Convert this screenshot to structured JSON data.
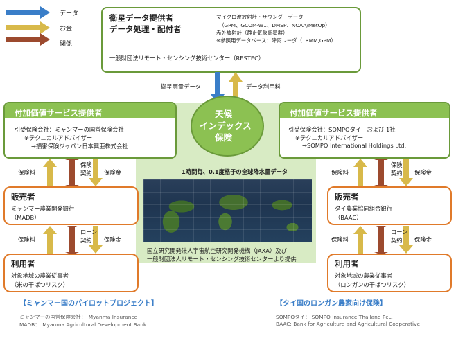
{
  "legend": [
    {
      "label": "データ",
      "color": "#3a7ec8"
    },
    {
      "label": "お金",
      "color": "#d8b94a"
    },
    {
      "label": "関係",
      "color": "#9c4a2e"
    }
  ],
  "top_box": {
    "title_line1": "衛星データ提供者",
    "title_line2": "データ処理・配付者",
    "lines": [
      "マイクロ波放射計・サウンダ　データ",
      "（GPM、GCOM-W1、DMSP、NOAA/MetOp）",
      "赤外放射計（静止気象衛星群）",
      "※参照用データベース：降雨レーダ（TRMM,GPM）"
    ],
    "org": "一般財団法リモート・センシング技術センター（RESTEC）"
  },
  "top_arrows": {
    "left_label": "衛星雨量データ",
    "right_label": "データ利用料"
  },
  "center": {
    "lines": [
      "天候",
      "インデックス",
      "保険"
    ],
    "map_title": "1時間毎、0.1度格子の全球降水量データ",
    "caption_line1": "国立研究開発法人宇宙航空研究開発機構（JAXA）及び",
    "caption_line2": "一般財団法人リモート・センシング技術センターより提供"
  },
  "left": {
    "header": "付加価値サービス提供者",
    "insurer_lines": [
      "引受保険会社：ミャンマーの国営保険会社",
      "※テクニカルアドバイザー",
      "→損害保険ジャパン日本興亜株式会社"
    ],
    "arrows_top": {
      "premium": "保険料",
      "contract_line1": "保険",
      "contract_line2": "契約",
      "payout": "保険金"
    },
    "seller_title": "販売者",
    "seller_lines": [
      "ミャンマー農業開発銀行",
      "（MADB）"
    ],
    "arrows_bottom": {
      "premium": "保険料",
      "contract_line1": "ローン",
      "contract_line2": "契約",
      "payout": "保険金"
    },
    "user_title": "利用者",
    "user_lines": [
      "対象地域の農業従事者",
      "（米の干ばつリスク）"
    ],
    "project_title": "【ミャンマー国のパイロットプロジェクト】",
    "notes": [
      "ミャンマーの国営保険会社：　Myanma Insurance",
      "MADB：　Myanma Agricultural Development Bank"
    ]
  },
  "right": {
    "header": "付加価値サービス提供者",
    "insurer_lines": [
      "引受保険会社：SOMPOタイ　および 1社",
      "※テクニカルアドバイザー",
      "→SOMPO International Holdings Ltd."
    ],
    "arrows_top": {
      "premium": "保険料",
      "contract_line1": "保険",
      "contract_line2": "契約",
      "payout": "保険金"
    },
    "seller_title": "販売者",
    "seller_lines": [
      "タイ農業協同組合銀行",
      "（BAAC）"
    ],
    "arrows_bottom": {
      "premium": "保険料",
      "contract_line1": "ローン",
      "contract_line2": "契約",
      "payout": "保険金"
    },
    "user_title": "利用者",
    "user_lines": [
      "対象地域の農業従事者",
      "（ロンガンの干ばつリスク）"
    ],
    "project_title": "【タイ国のロンガン農家向け保険】",
    "notes": [
      "SOMPOタイ：  SOMPO Insurance Thailand PcL.",
      "BAAC: Bank for Agriculture and Agricultural Cooperative"
    ]
  }
}
